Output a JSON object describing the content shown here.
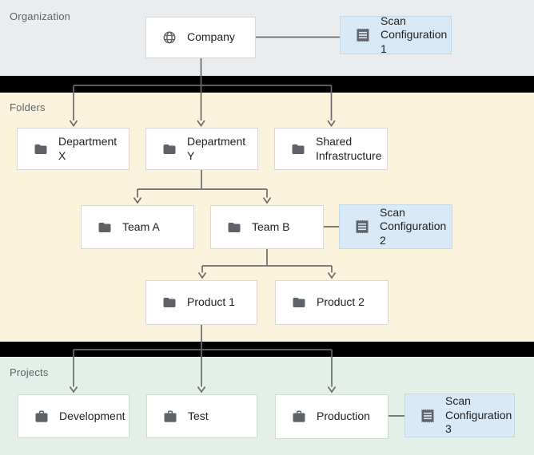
{
  "sections": {
    "organization": {
      "label": "Organization"
    },
    "folders": {
      "label": "Folders"
    },
    "projects": {
      "label": "Projects"
    }
  },
  "nodes": {
    "company": {
      "label": "Company",
      "icon": "globe-icon"
    },
    "scan_config_1": {
      "label": "Scan Configuration 1",
      "icon": "receipt-icon"
    },
    "department_x": {
      "label": "Department X",
      "icon": "folder-icon"
    },
    "department_y": {
      "label": "Department Y",
      "icon": "folder-icon"
    },
    "shared_infrastructure": {
      "label": "Shared Infrastructure",
      "icon": "folder-icon"
    },
    "team_a": {
      "label": "Team A",
      "icon": "folder-icon"
    },
    "team_b": {
      "label": "Team B",
      "icon": "folder-icon"
    },
    "scan_config_2": {
      "label": "Scan Configuration 2",
      "icon": "receipt-icon"
    },
    "product_1": {
      "label": "Product 1",
      "icon": "folder-icon"
    },
    "product_2": {
      "label": "Product 2",
      "icon": "folder-icon"
    },
    "development": {
      "label": "Development",
      "icon": "briefcase-icon"
    },
    "test": {
      "label": "Test",
      "icon": "briefcase-icon"
    },
    "production": {
      "label": "Production",
      "icon": "briefcase-icon"
    },
    "scan_config_3": {
      "label": "Scan Configuration 3",
      "icon": "receipt-icon"
    }
  },
  "edges": [
    {
      "from": "company",
      "to": "department_x",
      "type": "hierarchy"
    },
    {
      "from": "company",
      "to": "department_y",
      "type": "hierarchy"
    },
    {
      "from": "company",
      "to": "shared_infrastructure",
      "type": "hierarchy"
    },
    {
      "from": "department_y",
      "to": "team_a",
      "type": "hierarchy"
    },
    {
      "from": "department_y",
      "to": "team_b",
      "type": "hierarchy"
    },
    {
      "from": "team_b",
      "to": "product_1",
      "type": "hierarchy"
    },
    {
      "from": "team_b",
      "to": "product_2",
      "type": "hierarchy"
    },
    {
      "from": "product_1",
      "to": "development",
      "type": "hierarchy"
    },
    {
      "from": "product_1",
      "to": "test",
      "type": "hierarchy"
    },
    {
      "from": "product_1",
      "to": "production",
      "type": "hierarchy"
    },
    {
      "from": "company",
      "to": "scan_config_1",
      "type": "scan-link"
    },
    {
      "from": "team_b",
      "to": "scan_config_2",
      "type": "scan-link"
    },
    {
      "from": "production",
      "to": "scan_config_3",
      "type": "scan-link"
    }
  ],
  "colors": {
    "organization_bg": "#e9edf0",
    "folders_bg": "#fbf3db",
    "projects_bg": "#e2f0e8",
    "scan_config_bg": "#d8eaf8",
    "node_bg": "#ffffff",
    "divider": "#000000",
    "connector": "#6b6b6b",
    "icon": "#5f6368",
    "section_label": "#5f6368",
    "node_text": "#212121"
  }
}
